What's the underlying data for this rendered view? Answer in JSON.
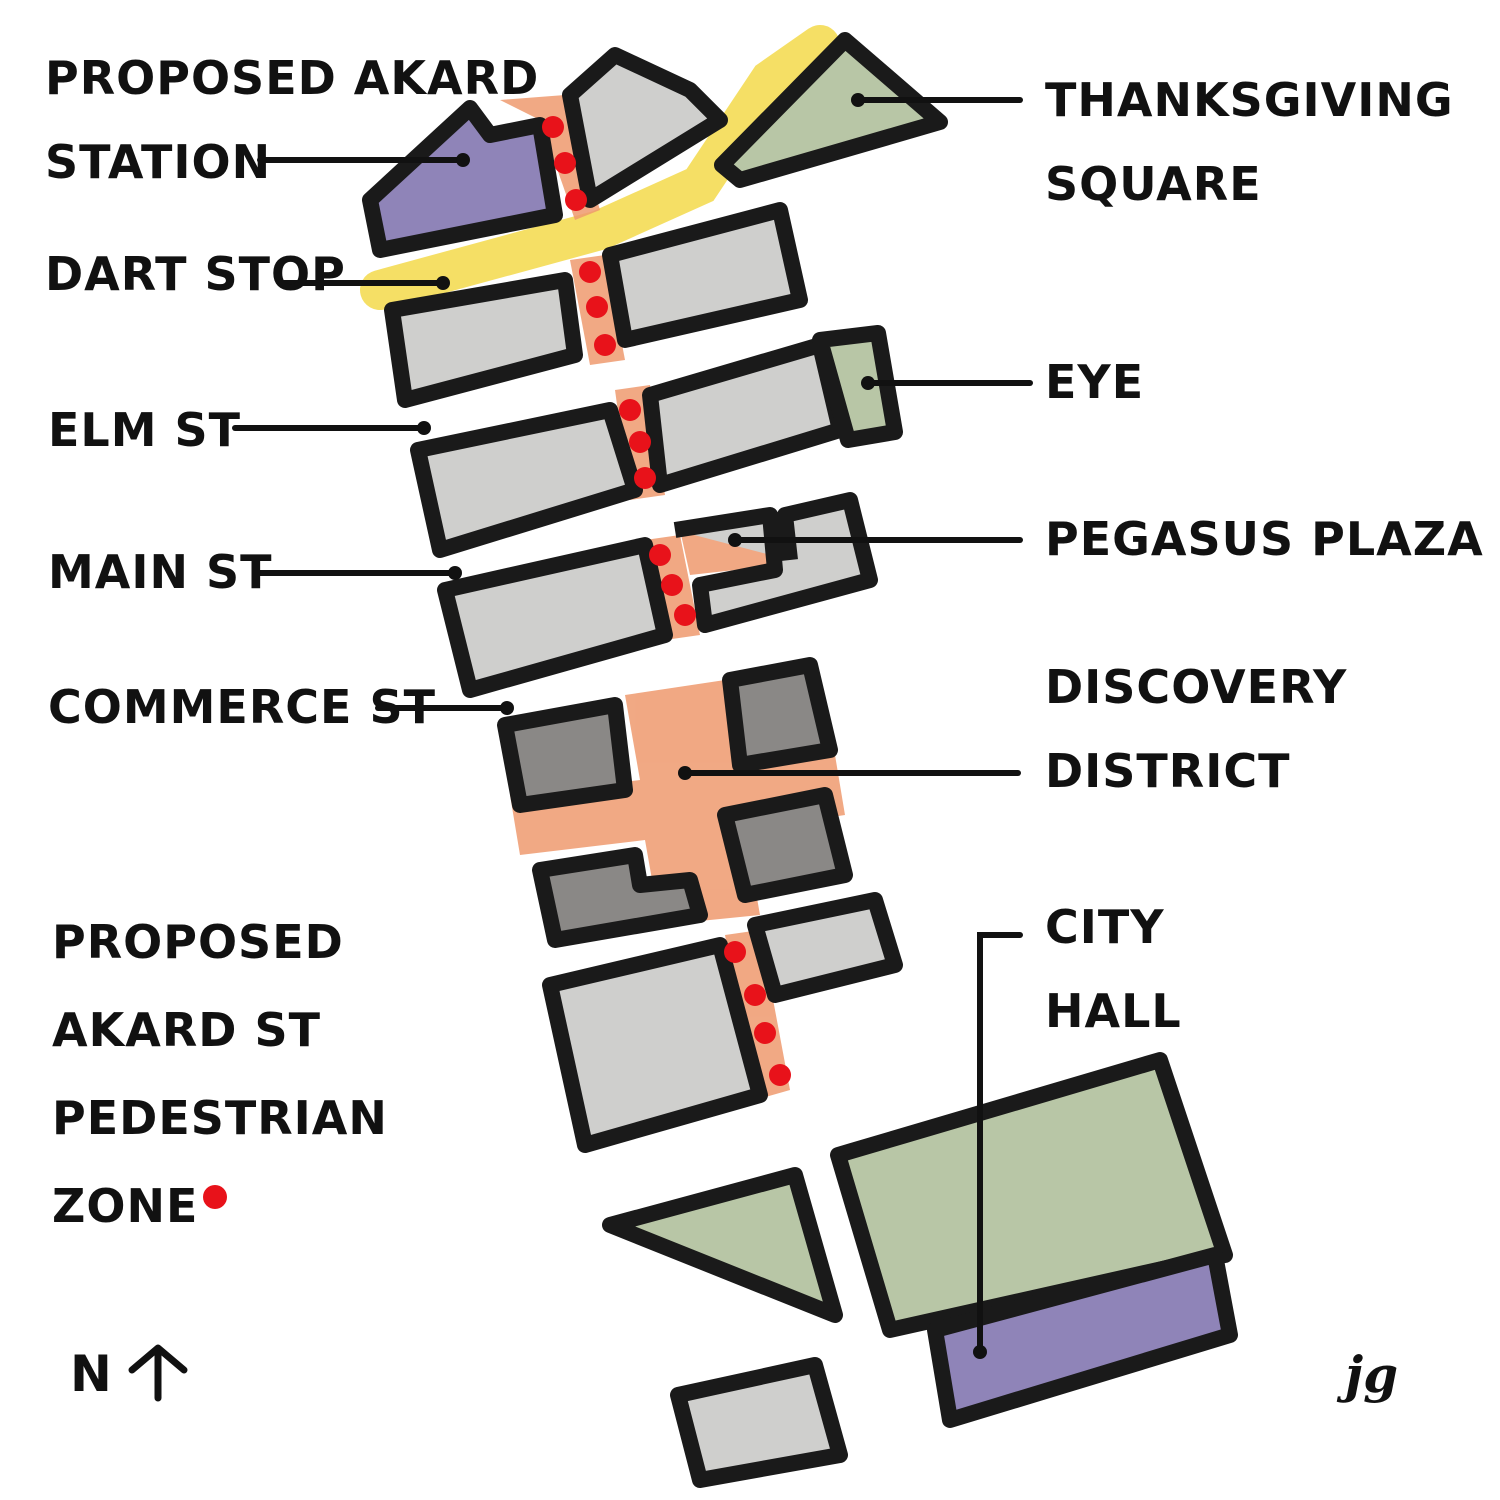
{
  "labels": {
    "akard_station": [
      "PROPOSED AKARD",
      "STATION"
    ],
    "dart_stop": "DART STOP",
    "elm_st": "ELM ST",
    "main_st": "MAIN ST",
    "commerce_st": "COMMERCE ST",
    "thanksgiving_square": [
      "THANKSGIVING",
      "SQUARE"
    ],
    "eye": "EYE",
    "pegasus_plaza": "PEGASUS PLAZA",
    "discovery_district": [
      "DISCOVERY",
      "DISTRICT"
    ],
    "city_hall": [
      "CITY",
      "HALL"
    ],
    "legend": [
      "PROPOSED",
      "AKARD ST",
      "PEDESTRIAN",
      "ZONE"
    ]
  },
  "north_indicator": "N",
  "north_icon": "north-arrow-icon",
  "signature": "jg",
  "colors": {
    "building": "#cfcfcd",
    "dark_building": "#8a8886",
    "park": "#b8c6a6",
    "purple": "#8f84b8",
    "orange": "#ef9a6e",
    "rail": "#f3d94a",
    "pedestrian_dot": "#e8121a",
    "outline": "#1a1a1a"
  }
}
